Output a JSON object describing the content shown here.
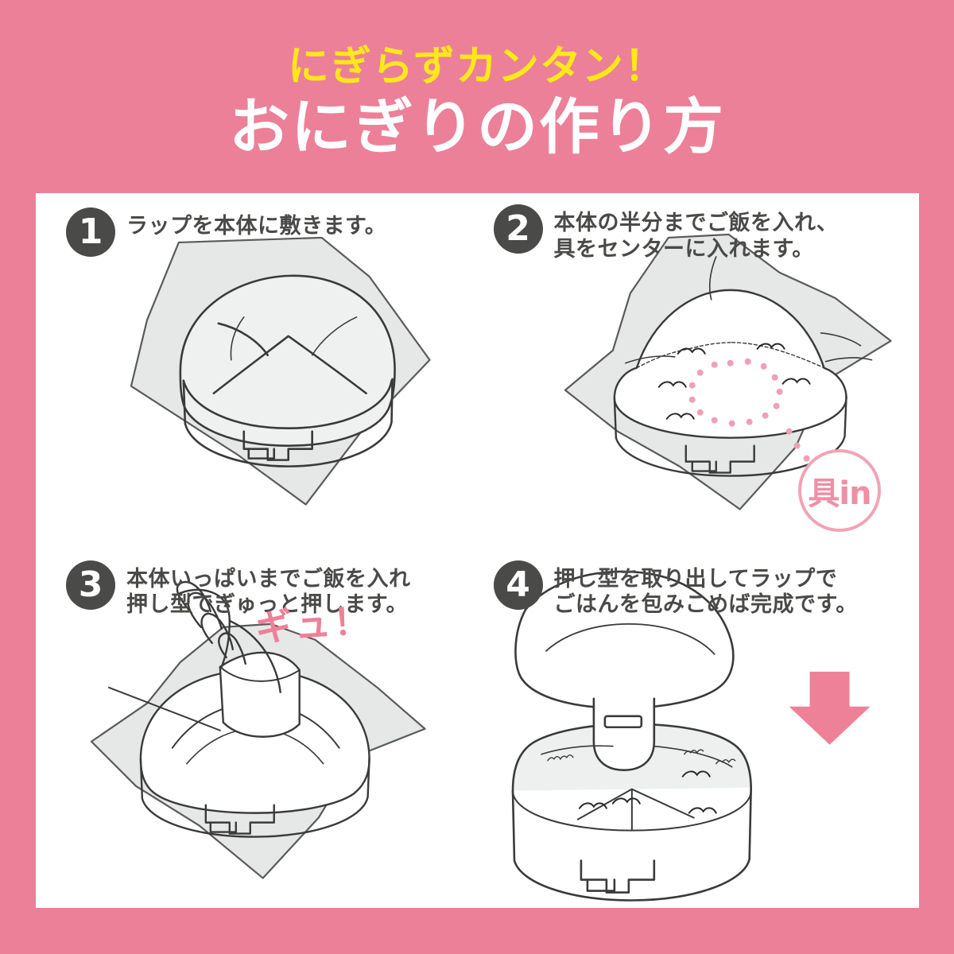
{
  "header": {
    "subtitle": "にぎらずカンタン！",
    "title": "おにぎりの作り方",
    "subtitle_color": "#ffe81a",
    "title_color": "#ffffff",
    "background_color": "#ec8098"
  },
  "steps": [
    {
      "number": "1",
      "text": "ラップを本体に敷きます。",
      "illustration": "onigiri-mold-on-plastic-wrap"
    },
    {
      "number": "2",
      "text": "本体の半分までご飯を入れ、\n具をセンターに入れます。",
      "illustration": "mold-half-filled-with-rice",
      "badge": "具in",
      "badge_color": "#f08fa6"
    },
    {
      "number": "3",
      "text": "本体いっぱいまでご飯を入れ\n押し型でぎゅっと押します。",
      "illustration": "hand-pressing-mold-lid",
      "annotation": "ギュ！",
      "annotation_color": "#ef8098"
    },
    {
      "number": "4",
      "text": "押し型を取り出してラップで\nごはんを包みこめば完成です。",
      "illustration": "lid-lifted-showing-pressed-rice",
      "arrow_color": "#ee8098"
    }
  ],
  "theme": {
    "panel_background": "#ffffff",
    "number_circle_color": "#4a4a48",
    "text_color": "#4a4a48",
    "line_color": "#3a3a3a",
    "wrap_fill": "#e6e8e8",
    "accent_pink": "#ee8098",
    "dot_pink": "#f0a0b4"
  }
}
